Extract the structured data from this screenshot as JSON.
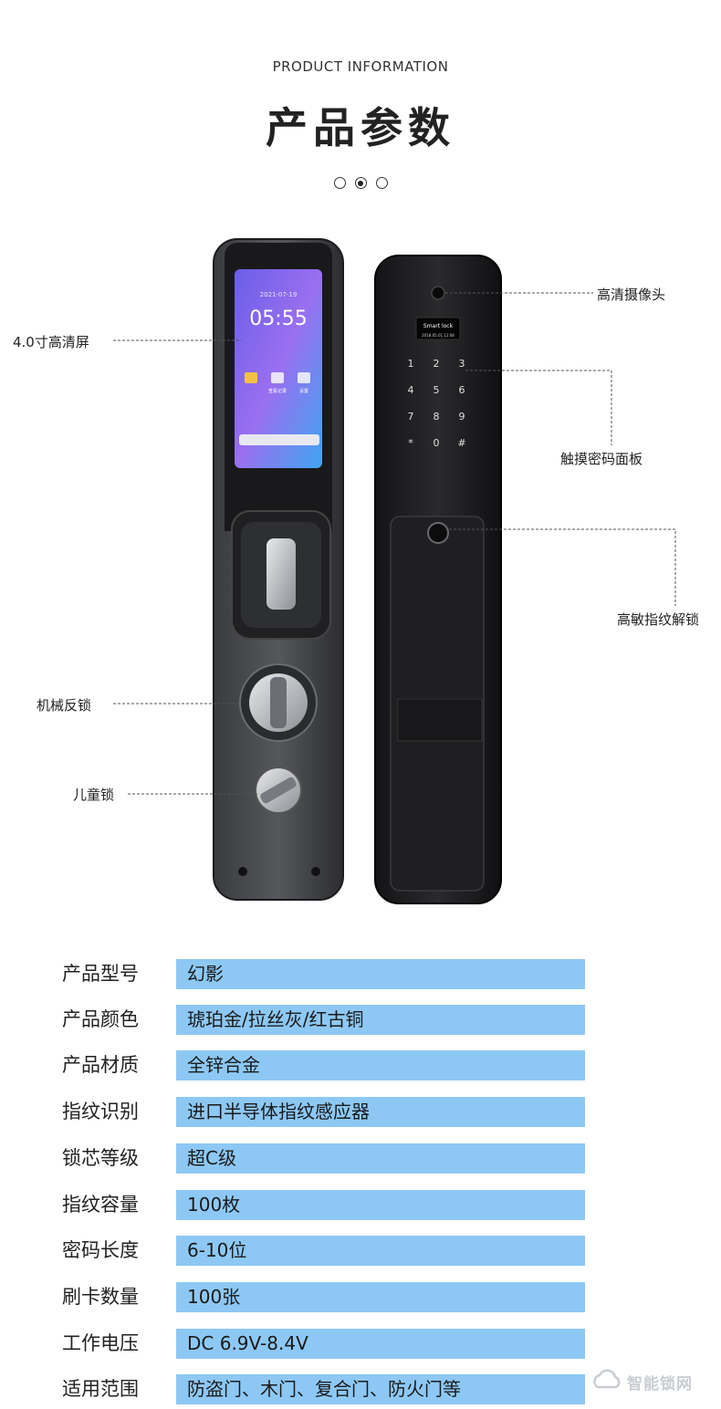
{
  "header": {
    "subtitle_en": "PRODUCT INFORMATION",
    "title_zh": "产品参数",
    "pagination": [
      false,
      true,
      false
    ]
  },
  "callouts": {
    "screen": "4.0寸高清屏",
    "mechanical_lock": "机械反锁",
    "child_lock": "儿童锁",
    "camera": "高清摄像头",
    "touch_panel": "触摸密码面板",
    "fingerprint": "高敏指纹解锁"
  },
  "device_screen": {
    "date": "2021-07-19",
    "time": "05:55",
    "menu_labels": [
      "",
      "查看记录",
      "设置"
    ],
    "front_label": "Smart lock",
    "front_date": "2018.05.01  12:08",
    "keypad": [
      "1",
      "2",
      "3",
      "4",
      "5",
      "6",
      "7",
      "8",
      "9",
      "*",
      "0",
      "#"
    ]
  },
  "specs": [
    {
      "label": "产品型号",
      "value": "幻影"
    },
    {
      "label": "产品颜色",
      "value": "琥珀金/拉丝灰/红古铜"
    },
    {
      "label": "产品材质",
      "value": " 全锌合金"
    },
    {
      "label": "指纹识别",
      "value": "进口半导体指纹感应器"
    },
    {
      "label": "锁芯等级",
      "value": "超C级"
    },
    {
      "label": "指纹容量",
      "value": "100枚"
    },
    {
      "label": "密码长度",
      "value": "6-10位"
    },
    {
      "label": "刷卡数量",
      "value": "100张"
    },
    {
      "label": "工作电压",
      "value": "DC 6.9V-8.4V"
    },
    {
      "label": "适用范围",
      "value": "防盗门、木门、复合门、防火门等"
    }
  ],
  "watermark": {
    "text": "智能锁网",
    "icon": "cloud-icon"
  },
  "colors": {
    "spec_bar": "#8dc8f4",
    "lock_body": "#2b2b2d"
  }
}
